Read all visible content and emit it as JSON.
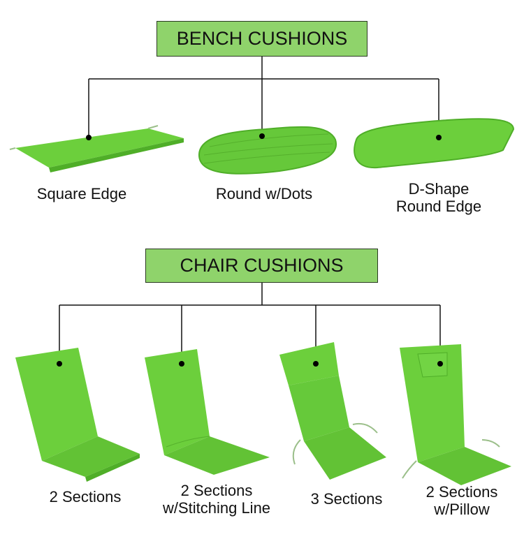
{
  "bench": {
    "title": "BENCH CUSHIONS",
    "items": [
      {
        "label": "Square Edge"
      },
      {
        "label": "Round w/Dots"
      },
      {
        "label_line1": "D-Shape",
        "label_line2": "Round Edge"
      }
    ]
  },
  "chair": {
    "title": "CHAIR CUSHIONS",
    "items": [
      {
        "label": "2 Sections"
      },
      {
        "label_line1": "2 Sections",
        "label_line2": "w/Stitching Line"
      },
      {
        "label": "3 Sections"
      },
      {
        "label_line1": "2 Sections",
        "label_line2": "w/Pillow"
      }
    ]
  },
  "colors": {
    "cushion": "#6ccf3c",
    "cushion_dark": "#4fae28",
    "box_fill": "#8fd36b",
    "line": "#111111"
  }
}
